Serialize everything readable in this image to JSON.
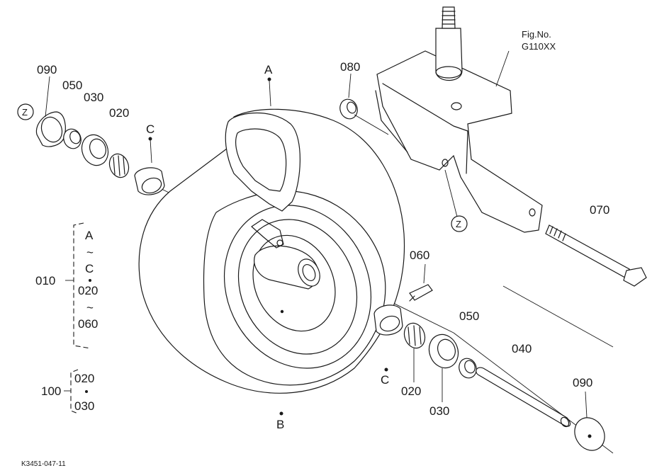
{
  "figure": {
    "fig_no_label": "Fig.No.",
    "fig_no_value": "G110XX",
    "drawing_code": "K3451-047-11"
  },
  "callouts": {
    "p090_left": "090",
    "p050_top": "050",
    "p030_top": "030",
    "p020_top": "020",
    "mark_c_top": "C",
    "mark_a": "A",
    "p080": "080",
    "p070": "070",
    "p060": "060",
    "p050_right": "050",
    "p040": "040",
    "p020_bottom": "020",
    "p030_bottom": "030",
    "mark_c_bottom": "C",
    "p090_right": "090",
    "mark_b": "B",
    "mark_z_left": "Z",
    "mark_z_right": "Z"
  },
  "group_010": {
    "label": "010",
    "range": [
      "A",
      "~",
      "C",
      "020",
      "~",
      "060"
    ]
  },
  "group_100": {
    "label": "100",
    "items": [
      "020",
      "030"
    ]
  }
}
